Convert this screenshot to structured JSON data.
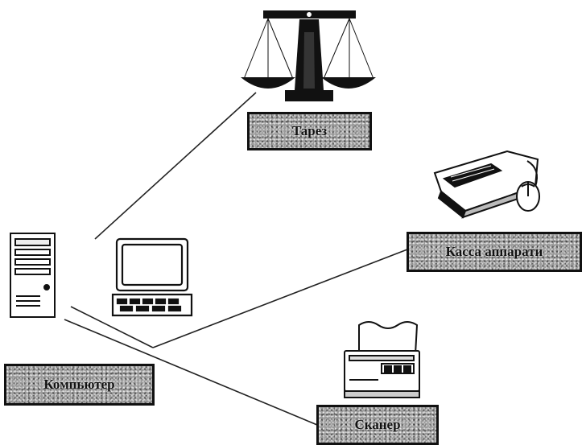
{
  "labels": {
    "scales": "Тарез",
    "cash_register": "Касса аппарати",
    "computer": "Компьютер",
    "scanner": "Сканер"
  }
}
